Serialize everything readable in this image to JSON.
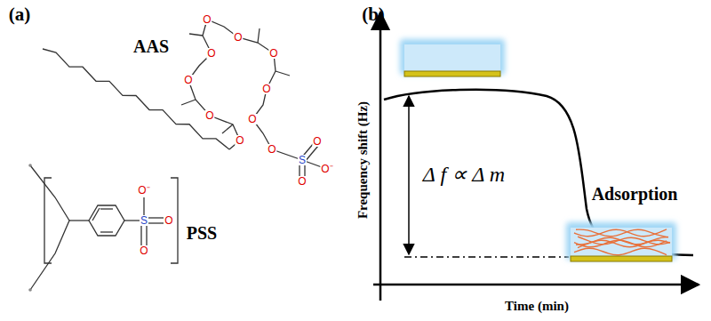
{
  "diagram": {
    "labels": [
      "(a)",
      "AAS",
      "O",
      "O",
      "O",
      "O",
      "O",
      "O",
      "O",
      "O",
      "O",
      "O",
      "S",
      "O",
      "O",
      "O⁻",
      "PSS",
      "O⁻",
      "S",
      "O",
      "O",
      "(b)",
      "Frequency shift (Hz)",
      "Δ f ∝ Δ m",
      "Adsorption",
      "Time (min)"
    ]
  }
}
